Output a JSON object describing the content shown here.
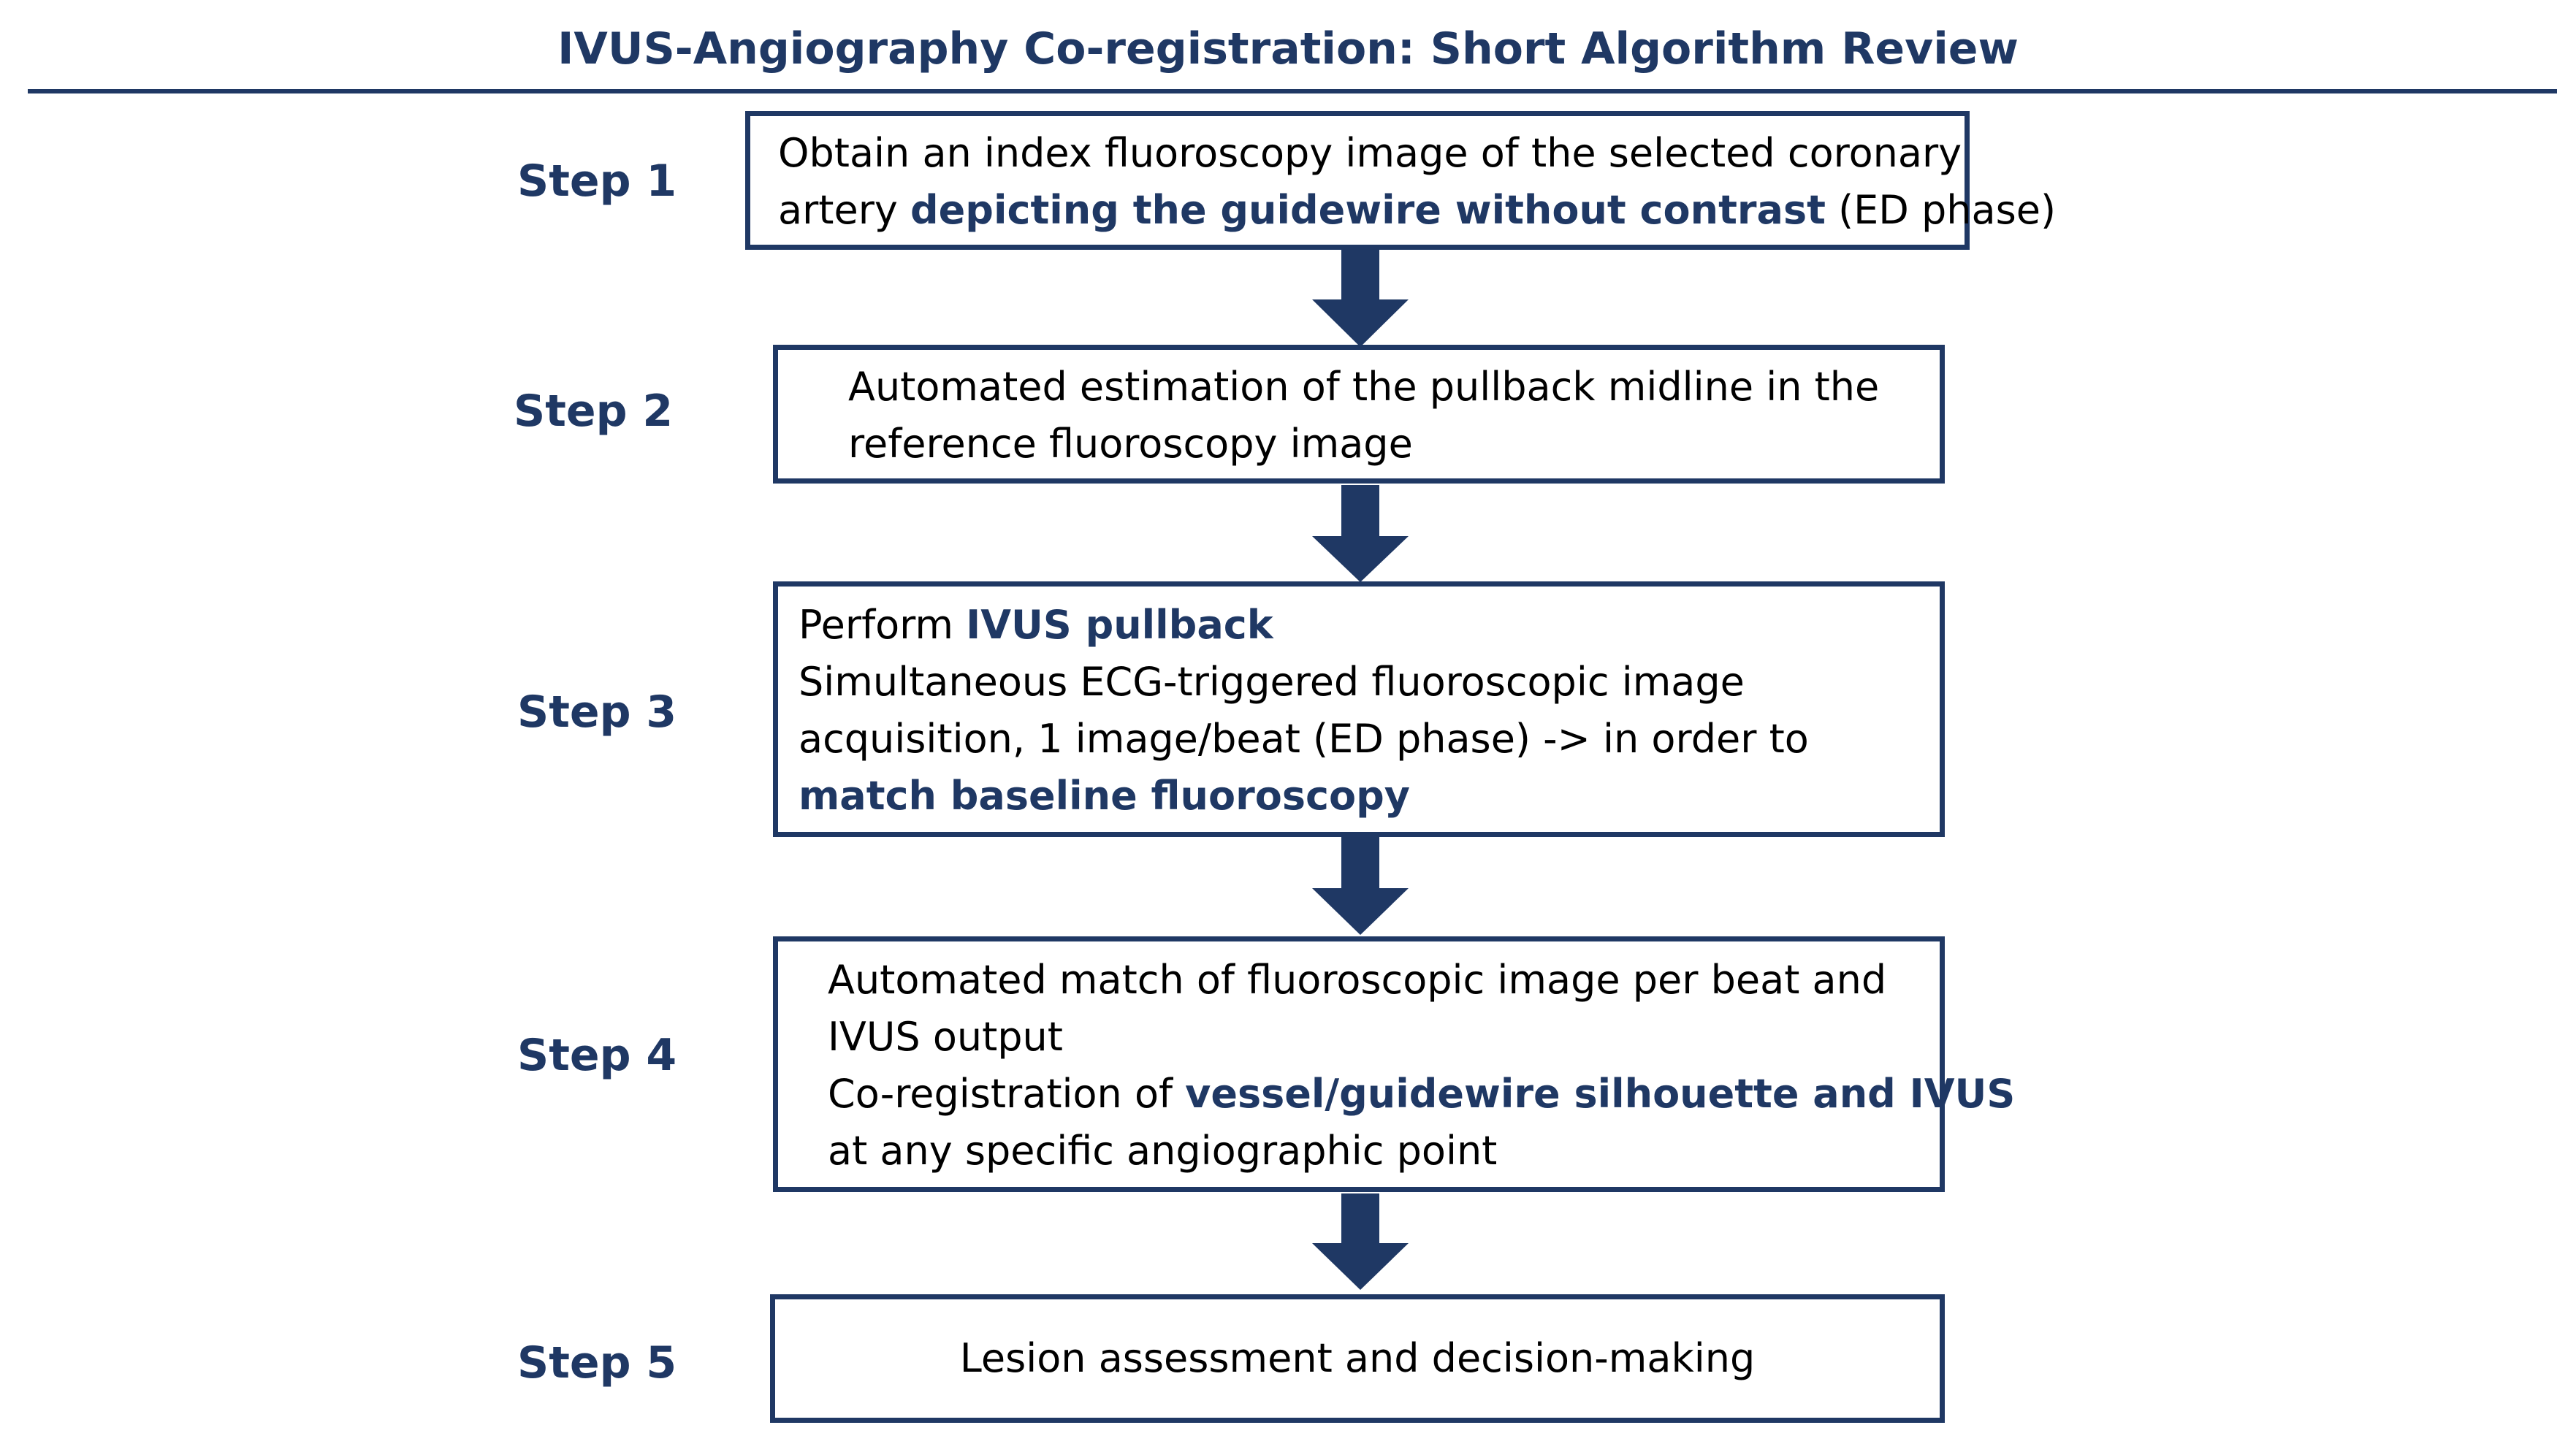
{
  "title": "IVUS-Angiography Co-registration: Short Algorithm Review",
  "colors": {
    "accent": "#1f3864",
    "text": "#000000",
    "background": "#ffffff"
  },
  "steps": [
    {
      "label": "Step 1",
      "lines": [
        [
          {
            "text": "Obtain an index fluoroscopy image of the selected coronary",
            "hl": false
          }
        ],
        [
          {
            "text": "artery ",
            "hl": false
          },
          {
            "text": "depicting the guidewire without contrast",
            "hl": true
          },
          {
            "text": " (ED phase)",
            "hl": false
          }
        ]
      ]
    },
    {
      "label": "Step 2",
      "lines": [
        [
          {
            "text": "Automated estimation of the pullback midline in the",
            "hl": false
          }
        ],
        [
          {
            "text": "reference fluoroscopy image",
            "hl": false
          }
        ]
      ]
    },
    {
      "label": "Step 3",
      "lines": [
        [
          {
            "text": "Perform ",
            "hl": false
          },
          {
            "text": "IVUS pullback",
            "hl": true
          }
        ],
        [
          {
            "text": "Simultaneous ECG-triggered fluoroscopic image",
            "hl": false
          }
        ],
        [
          {
            "text": "acquisition, 1 image/beat (ED phase) -> in order to",
            "hl": false
          }
        ],
        [
          {
            "text": "match baseline fluoroscopy",
            "hl": true
          }
        ]
      ]
    },
    {
      "label": "Step 4",
      "lines": [
        [
          {
            "text": "Automated match of fluoroscopic image per beat and",
            "hl": false
          }
        ],
        [
          {
            "text": "IVUS output",
            "hl": false
          }
        ],
        [
          {
            "text": "Co-registration of ",
            "hl": false
          },
          {
            "text": "vessel/guidewire silhouette and IVUS",
            "hl": true
          }
        ],
        [
          {
            "text": "at any specific angiographic point",
            "hl": false
          }
        ]
      ]
    },
    {
      "label": "Step 5",
      "lines": [
        [
          {
            "text": "Lesion assessment and decision-making",
            "hl": false
          }
        ]
      ]
    }
  ]
}
